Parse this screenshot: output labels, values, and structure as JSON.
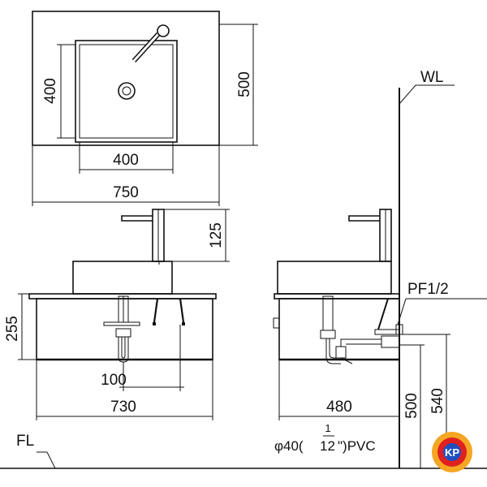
{
  "top_view": {
    "width_750": "750",
    "depth_500": "500",
    "basin_width_400": "400",
    "basin_depth_400": "400"
  },
  "front_view": {
    "faucet_height_125": "125",
    "cabinet_height_255": "255",
    "drain_offset_100": "100",
    "cabinet_width_730": "730",
    "floor_label": "FL"
  },
  "side_view": {
    "wall_label": "WL",
    "supply_label": "PF1/2",
    "depth_480": "480",
    "height_500": "500",
    "height_540": "540",
    "drain_pipe_label_prefix": "φ40(",
    "drain_pipe_fraction_num": "1",
    "drain_pipe_fraction_den": "12",
    "drain_pipe_label_suffix": "\")PVC"
  },
  "logo": {
    "text": "KP",
    "colors": {
      "outer": "#f5a623",
      "inner": "#e02020",
      "center": "#1f4fbf"
    }
  }
}
